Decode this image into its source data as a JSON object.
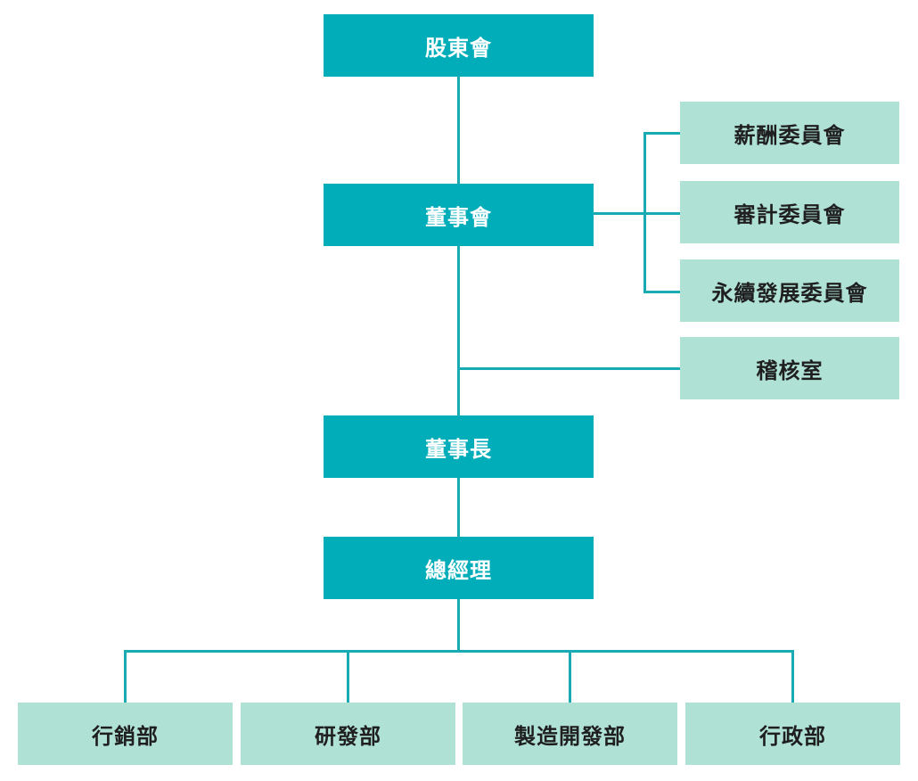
{
  "colors": {
    "primary_box": "#00adb8",
    "secondary_box": "#b0e1d5",
    "connector": "#1aaab4",
    "primary_text": "#ffffff",
    "secondary_text": "#1f1f1f"
  },
  "org": {
    "shareholders": "股東會",
    "board": "董事會",
    "chairman": "董事長",
    "general_manager": "總經理",
    "committees": [
      "薪酬委員會",
      "審計委員會",
      "永續發展委員會"
    ],
    "audit_office": "稽核室",
    "departments": [
      "行銷部",
      "研發部",
      "製造開發部",
      "行政部"
    ]
  }
}
